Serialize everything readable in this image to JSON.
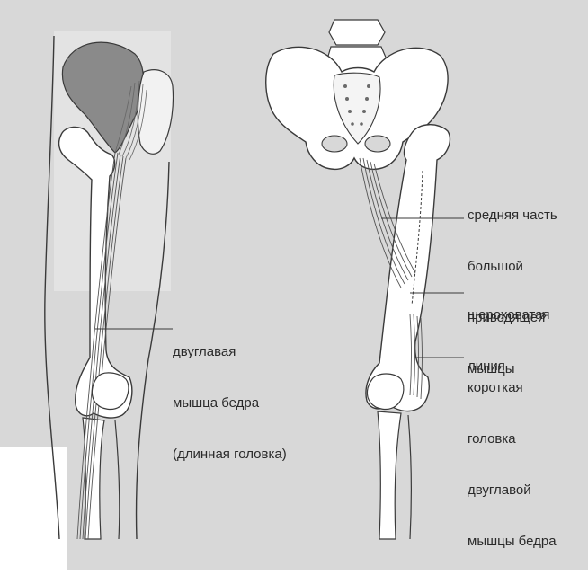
{
  "figure": {
    "page_background": "#d8d8d8",
    "bone_fill": "#ffffff",
    "line_color": "#3a3a3a",
    "muscle_color": "#555555",
    "pelvis_shade": "#8a8a8a"
  },
  "labels": {
    "biceps_long_head": [
      "двуглавая",
      "мышца бедра",
      "(длинная головка)"
    ],
    "adductor_magnus_middle": [
      "средняя часть",
      "большой",
      "приводящей",
      "мышцы"
    ],
    "linea_aspera": [
      "шероховатая",
      "линия"
    ],
    "biceps_short_head": [
      "короткая",
      "головка",
      "двуглавой",
      "мышцы бедра"
    ]
  }
}
